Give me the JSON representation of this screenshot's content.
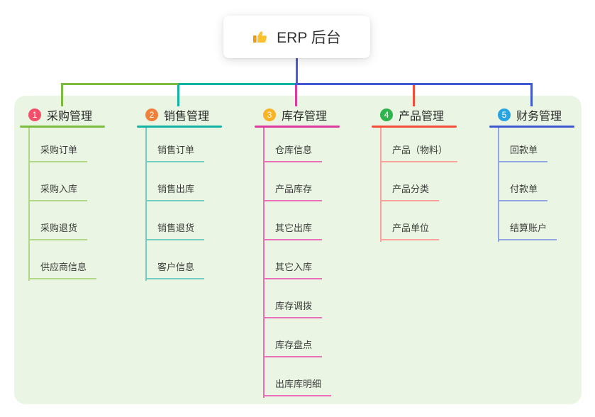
{
  "root": {
    "title": "ERP 后台",
    "icon": "thumbs-up-icon"
  },
  "colors": {
    "connector": "#4a5fd1",
    "panel_bg": "#eaf6e3",
    "root_card_bg": "#ffffff",
    "title_text": "#262626",
    "item_text": "#3c3c3c"
  },
  "branches": [
    {
      "number": "1",
      "title": "采购管理",
      "badge_color": "#f24f68",
      "line_color": "#7cbc3f",
      "item_line_color": "#b2d788",
      "items": [
        "采购订单",
        "采购入库",
        "采购退货",
        "供应商信息"
      ]
    },
    {
      "number": "2",
      "title": "销售管理",
      "badge_color": "#f0813a",
      "line_color": "#12b3a3",
      "item_line_color": "#72cec2",
      "items": [
        "销售订单",
        "销售出库",
        "销售退货",
        "客户信息"
      ]
    },
    {
      "number": "3",
      "title": "库存管理",
      "badge_color": "#f9b327",
      "line_color": "#dd3a9d",
      "item_line_color": "#ea6fb8",
      "items": [
        "仓库信息",
        "产品库存",
        "其它出库",
        "其它入库",
        "库存调拨",
        "库存盘点",
        "出库库明细"
      ]
    },
    {
      "number": "4",
      "title": "产品管理",
      "badge_color": "#2fb34c",
      "line_color": "#f44c3b",
      "item_line_color": "#f9a29b",
      "items": [
        "产品（物料）",
        "产品分类",
        "产品单位"
      ]
    },
    {
      "number": "5",
      "title": "财务管理",
      "badge_color": "#29a4e0",
      "line_color": "#3f5ad0",
      "item_line_color": "#92a5e3",
      "items": [
        "回款单",
        "付款单",
        "结算账户"
      ]
    }
  ]
}
